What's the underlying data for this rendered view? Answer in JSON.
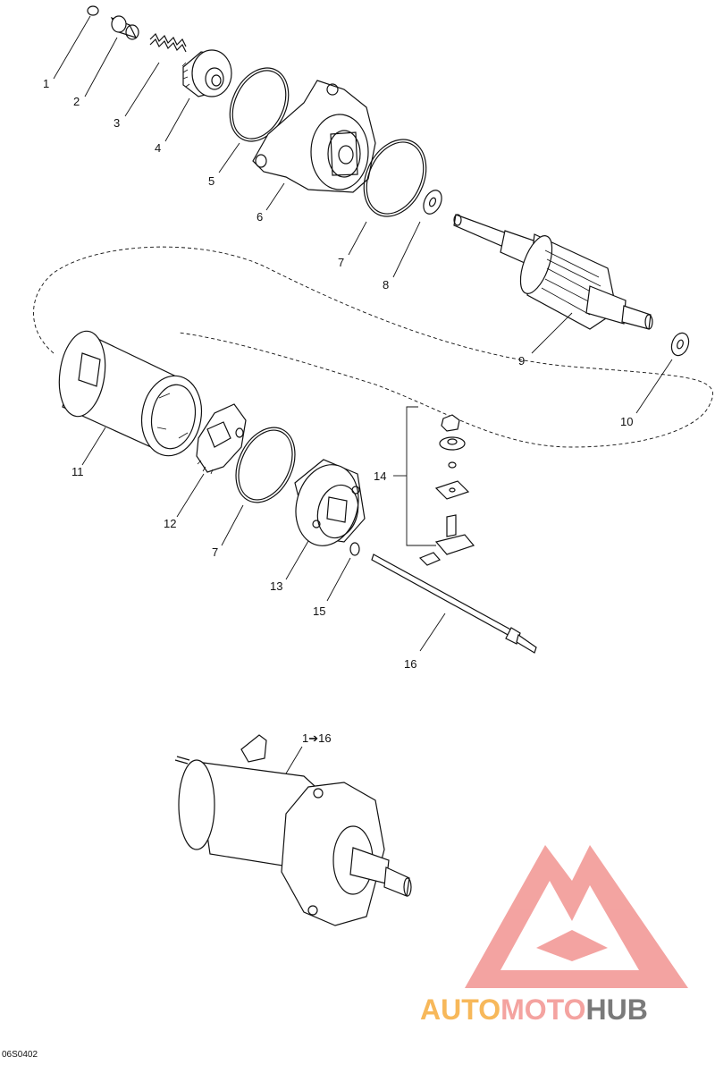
{
  "callouts": [
    {
      "id": "c1",
      "label": "1"
    },
    {
      "id": "c2",
      "label": "2"
    },
    {
      "id": "c3",
      "label": "3"
    },
    {
      "id": "c4",
      "label": "4"
    },
    {
      "id": "c5",
      "label": "5"
    },
    {
      "id": "c6",
      "label": "6"
    },
    {
      "id": "c7a",
      "label": "7"
    },
    {
      "id": "c8",
      "label": "8"
    },
    {
      "id": "c9",
      "label": "9"
    },
    {
      "id": "c10",
      "label": "10"
    },
    {
      "id": "c11",
      "label": "11"
    },
    {
      "id": "c12",
      "label": "12"
    },
    {
      "id": "c7b",
      "label": "7"
    },
    {
      "id": "c13",
      "label": "13"
    },
    {
      "id": "c14",
      "label": "14"
    },
    {
      "id": "c15",
      "label": "15"
    },
    {
      "id": "c16",
      "label": "16"
    }
  ],
  "assembly_label": "1➔16",
  "drawing_code": "06S0402",
  "watermark": {
    "text_a": "AUTO",
    "text_b": "MOTO",
    "text_c": "HUB",
    "color_a": "#f7b85a",
    "color_b": "#f4a3a0",
    "color_c": "#7a7a7a",
    "logo_color": "#f29a97"
  }
}
